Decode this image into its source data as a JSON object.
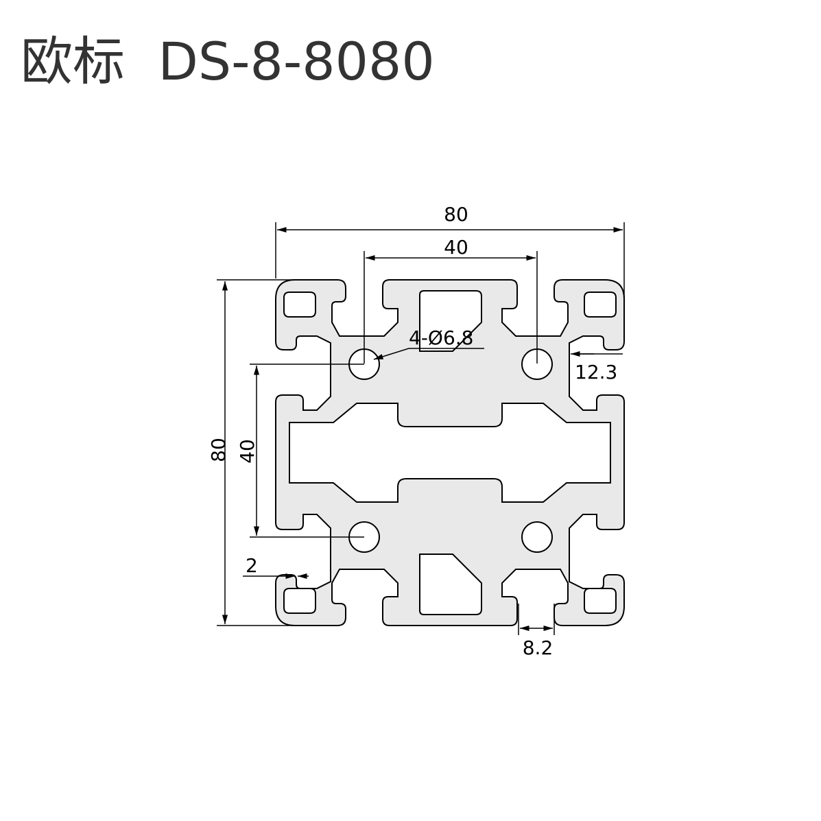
{
  "header": {
    "title_cn": "欧标",
    "title_model": "DS-8-8080"
  },
  "dimensions": {
    "width_overall": "80",
    "width_center": "40",
    "height_overall": "80",
    "height_center": "40",
    "hole_spec": "4-Ø6.8",
    "slot_depth": "12.3",
    "slot_opening": "8.2",
    "wall_thickness": "2"
  },
  "colors": {
    "profile_fill": "#e9e9e9",
    "outline": "#000000",
    "title_text": "#333333"
  }
}
